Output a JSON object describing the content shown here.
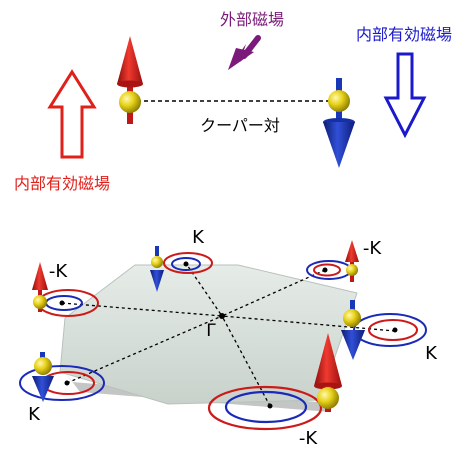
{
  "labels": {
    "external_field": "外部磁場",
    "internal_field_left": "内部有効磁場",
    "internal_field_right": "内部有効磁場",
    "cooper_pair": "クーパー対",
    "gamma": "Γ",
    "k_top": "K",
    "mk_top_right": "-K",
    "mk_left": "-K",
    "k_right": "K",
    "k_left": "K",
    "mk_bottom": "-K"
  },
  "colors": {
    "external_field": "#7b1a7b",
    "internal_field_left": "#e0201a",
    "internal_field_right": "#1a1acc",
    "spin_up": "#d81e1e",
    "spin_down": "#1838b8",
    "sphere": "#e8d21a",
    "ring_red": "#cc1a1a",
    "ring_blue": "#1a2ab8",
    "plane_fill": "#d3ddd6"
  }
}
